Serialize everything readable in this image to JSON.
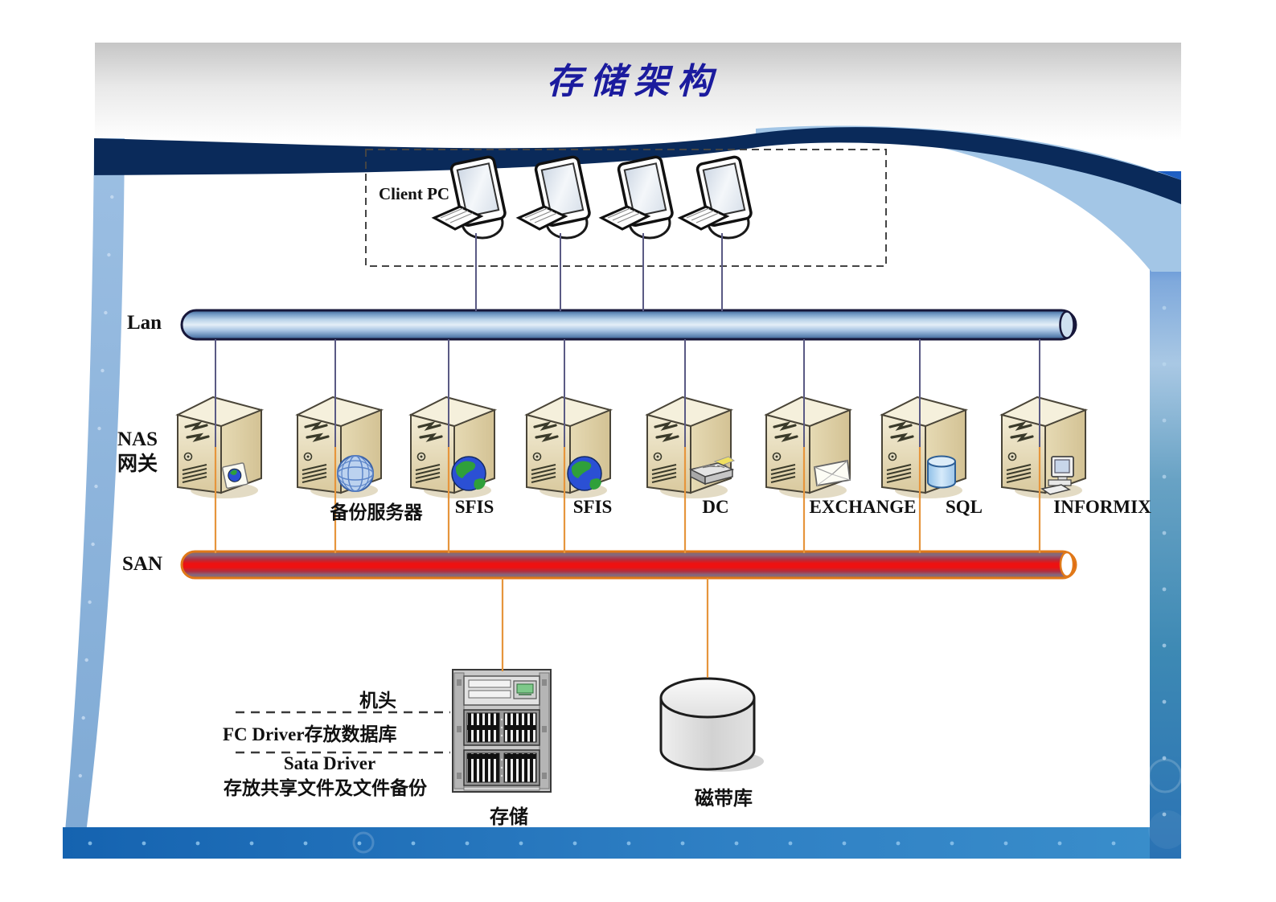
{
  "title": "存储架构",
  "client_area": {
    "label": "Client PC",
    "pc_count": 4
  },
  "network": {
    "lan_label": "Lan",
    "san_label": "SAN"
  },
  "nas_gateway_label": {
    "line1": "NAS",
    "line2": "网关"
  },
  "servers": [
    {
      "id": "nas-gateway",
      "label": "",
      "icon": "disk-globe-icon"
    },
    {
      "id": "backup-server",
      "label": "备份服务器",
      "icon": "wire-globe-icon"
    },
    {
      "id": "sfis-1",
      "label": "SFIS",
      "icon": "earth-icon"
    },
    {
      "id": "sfis-2",
      "label": "SFIS",
      "icon": "earth-icon"
    },
    {
      "id": "dc",
      "label": "DC",
      "icon": "tray-icon"
    },
    {
      "id": "exchange",
      "label": "EXCHANGE",
      "icon": "envelope-icon"
    },
    {
      "id": "sql",
      "label": "SQL",
      "icon": "database-icon"
    },
    {
      "id": "informix",
      "label": "INFORMIX",
      "icon": "mini-pc-icon"
    }
  ],
  "storage": {
    "head_label": "机头",
    "fc_label": "FC Driver存放数据库",
    "sata_label_line1": "Sata Driver",
    "sata_label_line2": "存放共享文件及文件备份",
    "device_label": "存储"
  },
  "tape_library": {
    "label": "磁带库"
  },
  "colors": {
    "title_text": "#1b1b9e",
    "lan_bar_mid": "#e4eef7",
    "lan_bar_edge": "#39608e",
    "san_bar_red": "#ee1111",
    "san_outline": "#e07818",
    "frame_blue": "#1563b0",
    "swoosh_navy": "#0a2a5a",
    "upper_line": "#5a5a84",
    "lower_line": "#e6953c",
    "server_body": "#ece2c2"
  }
}
